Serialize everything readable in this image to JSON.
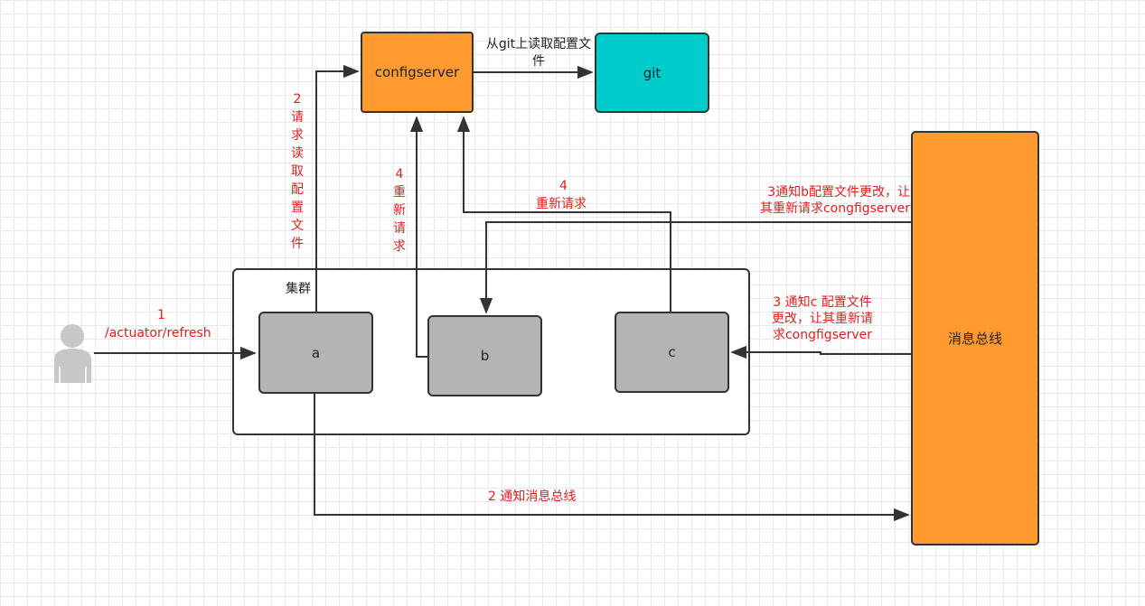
{
  "colors": {
    "configserver": "#fe9a2e",
    "git": "#00cccc",
    "bus": "#fe9a2e",
    "service": "#b4b4b4",
    "label_red": "#e02020",
    "line": "#333333"
  },
  "nodes": {
    "configserver": "configserver",
    "git": "git",
    "bus": "消息总线",
    "a": "a",
    "b": "b",
    "c": "c",
    "cluster": "集群"
  },
  "user_icon": "person-icon",
  "labels": {
    "step1_num": "1",
    "step1_path": "/actuator/refresh",
    "step2_read_config": "2请求读取配置文件",
    "step4_b": "4重新请求",
    "step4_c_num": "4",
    "step4_c_text": "重新请求",
    "git_read": "从git上读取配置文件",
    "step3_b_line1": "3通知b配置文件更改，让",
    "step3_b_line2": "其重新请求congfigserver",
    "step3_c_line1": "3 通知c 配置文件",
    "step3_c_line2": "更改，让其重新请",
    "step3_c_line3": "求congfigserver",
    "step2_notify_bus": "2 通知消息总线"
  }
}
